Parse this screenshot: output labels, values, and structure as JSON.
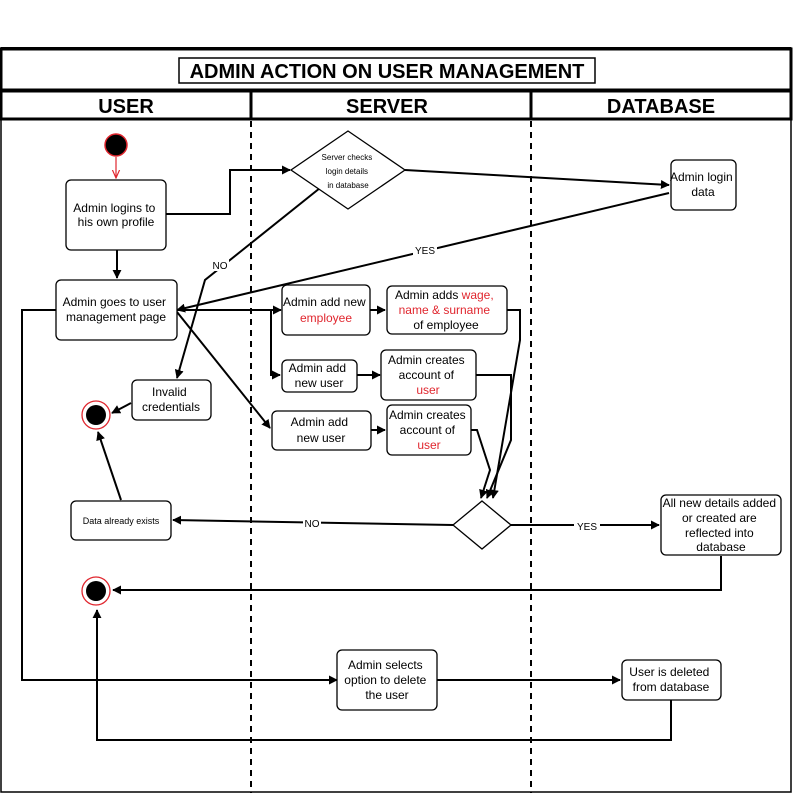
{
  "title": "ADMIN ACTION ON USER MANAGEMENT",
  "lanes": [
    "USER",
    "SERVER",
    "DATABASE"
  ],
  "nodes": {
    "login": [
      "Admin logins to",
      "his own profile"
    ],
    "check": [
      "Server checks",
      "login details",
      "in database"
    ],
    "login_data": [
      "Admin login",
      "data"
    ],
    "user_mgmt": [
      "Admin goes to user",
      "management page"
    ],
    "add_employee_l1": "Admin add new",
    "add_employee_l2": "employee",
    "adds_wage_pre": "Admin adds ",
    "adds_wage_red1": "wage,",
    "adds_wage_red2": "name & surname",
    "adds_wage_l3": "of employee",
    "add_user1": [
      "Admin add",
      "new user"
    ],
    "create_acc1_l1": "Admin creates",
    "create_acc1_l2": "account of",
    "create_acc1_l3": "user",
    "add_user2": [
      "Admin add",
      "new user"
    ],
    "create_acc2_l1": "Admin creates",
    "create_acc2_l2": "account of",
    "create_acc2_l3": "user",
    "invalid": [
      "Invalid",
      "credentials"
    ],
    "exists": "Data already exists",
    "reflected": [
      "All new details added",
      "or created are",
      "reflected into",
      "database"
    ],
    "delete_opt": [
      "Admin selects",
      "option to delete",
      "the user"
    ],
    "deleted": [
      "User is deleted",
      "from database"
    ]
  },
  "edge_labels": {
    "no1": "NO",
    "yes1": "YES",
    "no2": "NO",
    "yes2": "YES"
  },
  "colors": {
    "highlight": "#e0262e",
    "start": "#e0262e",
    "line": "#000000"
  }
}
